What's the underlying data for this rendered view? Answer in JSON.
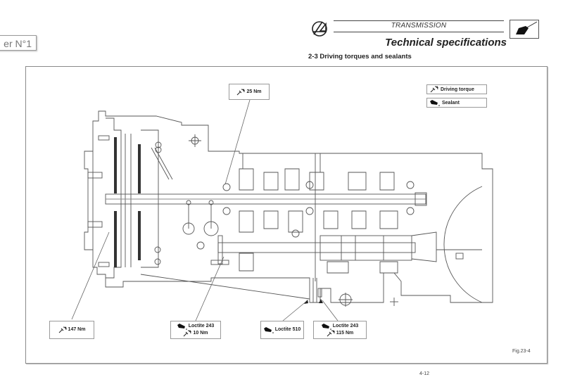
{
  "side_tab": {
    "label": "er N°1"
  },
  "header": {
    "section_name": "TRANSMISSION",
    "title": "Technical specifications",
    "subtitle": "2-3 Driving torques and sealants"
  },
  "legend": {
    "items": [
      {
        "icon": "wrench-torque-icon",
        "label": "Driving torque"
      },
      {
        "icon": "sealant-tube-icon",
        "label": "Sealant"
      }
    ]
  },
  "callouts": {
    "top": {
      "torque": "25 Nm"
    },
    "left_bottom": {
      "torque": "147 Nm"
    },
    "mid_bottom": {
      "sealant": "Loctite 243",
      "torque": "10 Nm"
    },
    "sealant_only": {
      "sealant": "Loctite 510"
    },
    "right_bottom": {
      "sealant": "Loctite 243",
      "torque": "115 Nm"
    }
  },
  "figure": {
    "label": "Fig.23-4"
  },
  "footer": {
    "page_number": "4-12"
  }
}
